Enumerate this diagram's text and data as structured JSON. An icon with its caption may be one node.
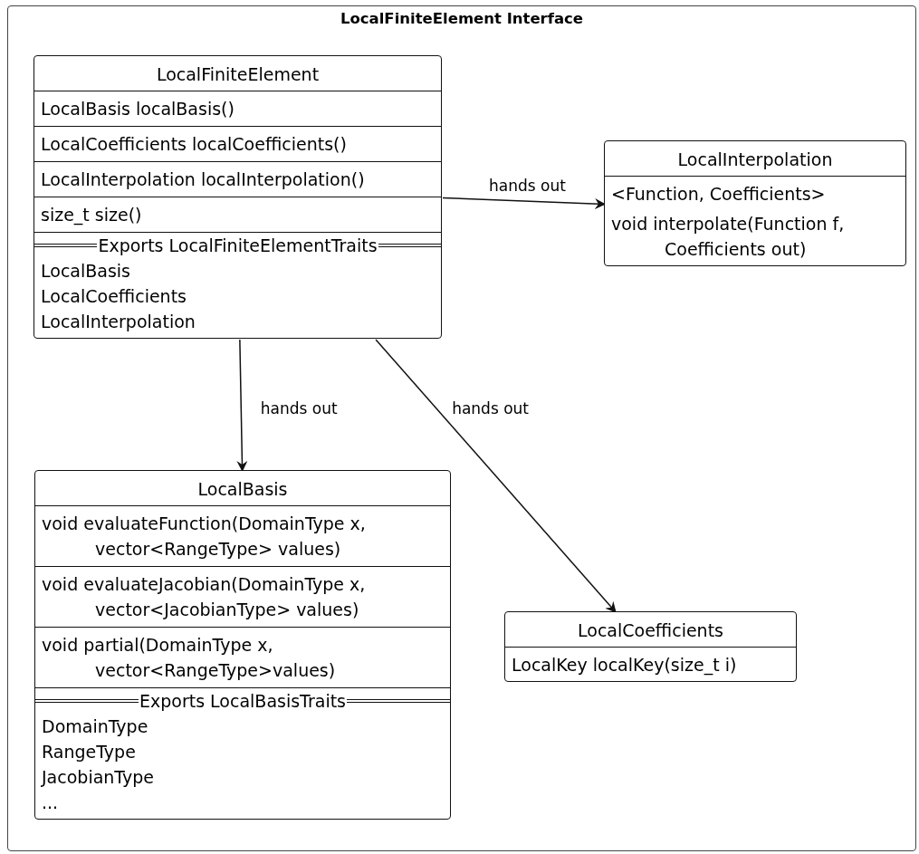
{
  "diagram": {
    "nodes": [
      {
        "text": [
          "LocalFiniteElement Interface"
        ]
      },
      {
        "text": [
          "LocalFiniteElement",
          "LocalBasis localBasis()",
          "LocalCoefficients localCoefficients()",
          "LocalInterpolation localInterpolation()",
          "size_t size()",
          "Exports LocalFiniteElementTraits",
          "LocalBasis",
          "LocalCoefficients",
          "LocalInterpolation"
        ],
        "in": 0
      },
      {
        "text": [
          "LocalInterpolation",
          "<Function, Coefficients>",
          "void interpolate(Function f, Coefficients out)"
        ],
        "in": 0
      },
      {
        "text": [
          "LocalBasis",
          "void evaluateFunction(DomainType x, vector<RangeType> values)",
          "void evaluateJacobian(DomainType x, vector<JacobianType> values)",
          "void partial(DomainType x, vector<RangeType>values)",
          "Exports LocalBasisTraits",
          "DomainType",
          "RangeType",
          "JacobianType",
          "..."
        ],
        "in": 0
      },
      {
        "text": [
          "LocalCoefficients",
          "LocalKey localKey(size_t i)"
        ],
        "in": 0
      }
    ],
    "edges": [
      {
        "from": 1,
        "to": 2,
        "arrow": "to",
        "label": "hands out"
      },
      {
        "from": 1,
        "to": 3,
        "arrow": "to",
        "label": "hands out"
      },
      {
        "from": 1,
        "to": 4,
        "arrow": "to",
        "label": "hands out"
      }
    ]
  }
}
